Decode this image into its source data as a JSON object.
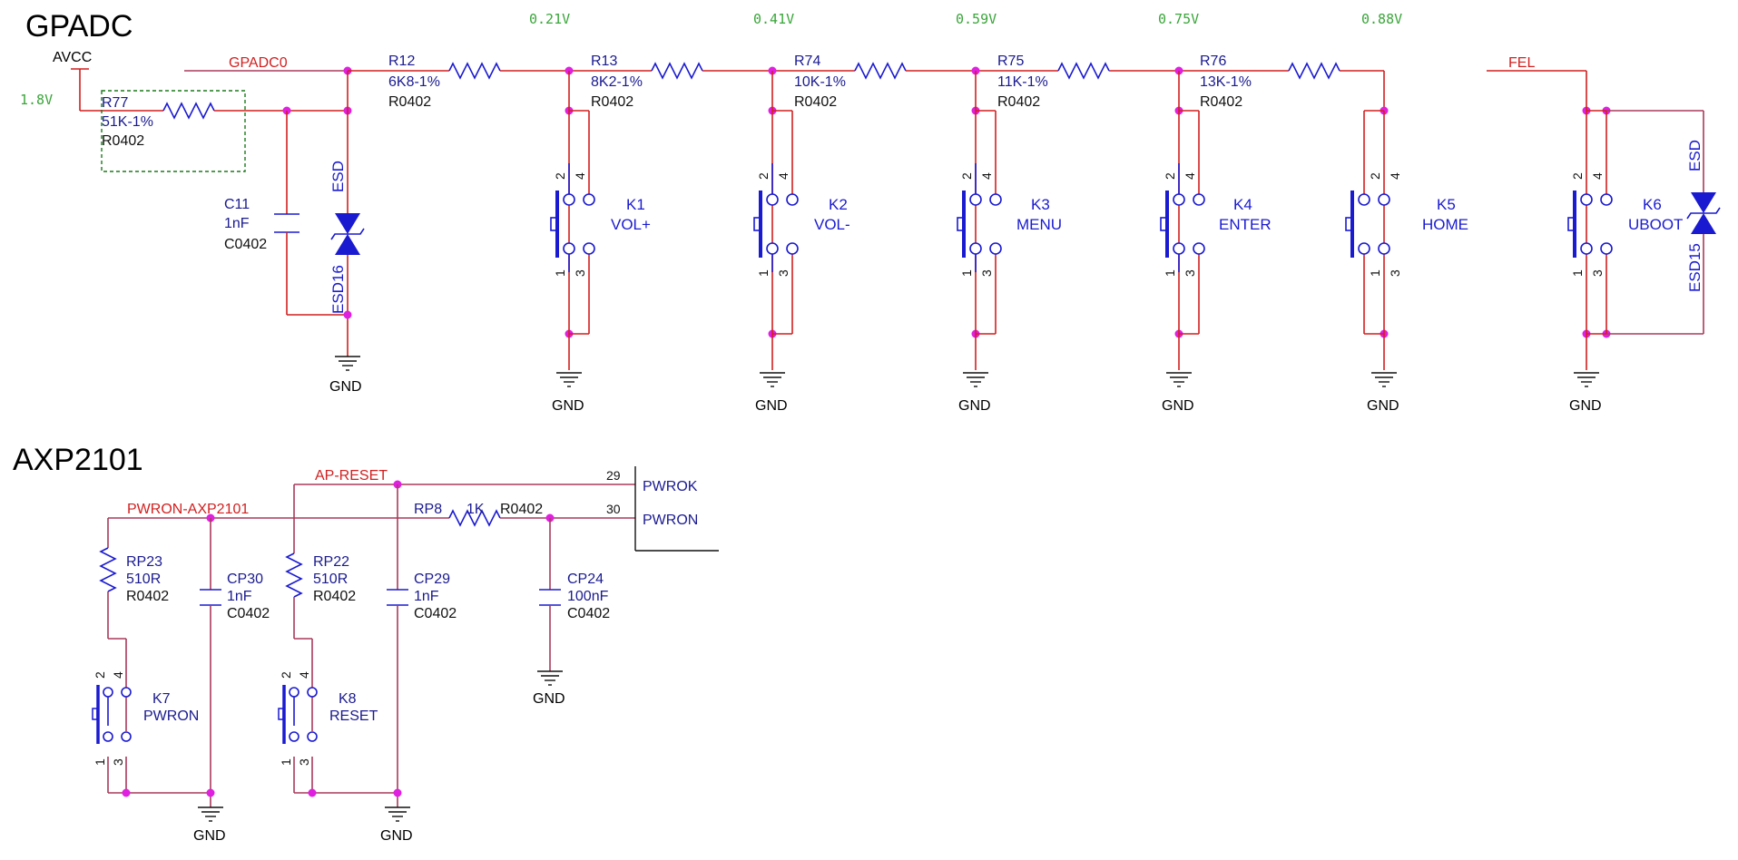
{
  "sections": {
    "gpadc_title": "GPADC",
    "axp_title": "AXP2101"
  },
  "nets": {
    "gpadc0": "GPADC0",
    "fel": "FEL",
    "ap_reset": "AP-RESET",
    "pwron_axp": "PWRON-AXP2101",
    "avcc": "AVCC",
    "avcc_voltage": "1.8V",
    "gnd": "GND"
  },
  "voltages": [
    "0.21V",
    "0.41V",
    "0.59V",
    "0.75V",
    "0.88V"
  ],
  "resistors": {
    "r77": {
      "ref": "R77",
      "value": "51K-1%",
      "pkg": "R0402"
    },
    "r12": {
      "ref": "R12",
      "value": "6K8-1%",
      "pkg": "R0402"
    },
    "r13": {
      "ref": "R13",
      "value": "8K2-1%",
      "pkg": "R0402"
    },
    "r74": {
      "ref": "R74",
      "value": "10K-1%",
      "pkg": "R0402"
    },
    "r75": {
      "ref": "R75",
      "value": "11K-1%",
      "pkg": "R0402"
    },
    "r76": {
      "ref": "R76",
      "value": "13K-1%",
      "pkg": "R0402"
    },
    "rp23": {
      "ref": "RP23",
      "value": "510R",
      "pkg": "R0402"
    },
    "rp22": {
      "ref": "RP22",
      "value": "510R",
      "pkg": "R0402"
    },
    "rp8": {
      "ref": "RP8",
      "value": "1K",
      "pkg": "R0402"
    }
  },
  "capacitors": {
    "c11": {
      "ref": "C11",
      "value": "1nF",
      "pkg": "C0402"
    },
    "cp30": {
      "ref": "CP30",
      "value": "1nF",
      "pkg": "C0402"
    },
    "cp29": {
      "ref": "CP29",
      "value": "1nF",
      "pkg": "C0402"
    },
    "cp24": {
      "ref": "CP24",
      "value": "100nF",
      "pkg": "C0402"
    }
  },
  "esd": {
    "esd16": {
      "ref": "ESD16",
      "type": "ESD"
    },
    "esd15": {
      "ref": "ESD15",
      "type": "ESD"
    }
  },
  "keys": [
    {
      "ref": "K1",
      "label": "VOL+"
    },
    {
      "ref": "K2",
      "label": "VOL-"
    },
    {
      "ref": "K3",
      "label": "MENU"
    },
    {
      "ref": "K4",
      "label": "ENTER"
    },
    {
      "ref": "K5",
      "label": "HOME"
    },
    {
      "ref": "K6",
      "label": "UBOOT"
    },
    {
      "ref": "K7",
      "label": "PWRON"
    },
    {
      "ref": "K8",
      "label": "RESET"
    }
  ],
  "pins": {
    "p1": "1",
    "p2": "2",
    "p3": "3",
    "p4": "4"
  },
  "ic_pins": [
    {
      "num": "29",
      "name": "PWROK"
    },
    {
      "num": "30",
      "name": "PWRON"
    }
  ]
}
